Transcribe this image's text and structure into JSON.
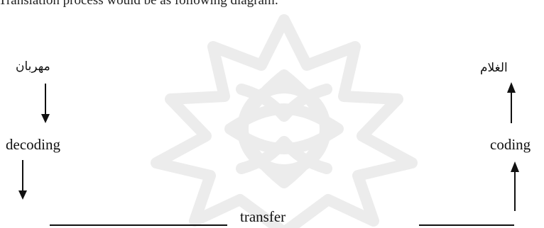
{
  "diagram": {
    "top_text": "Translation process would be as following diagram:",
    "source_word": "مهربان",
    "target_word": "الغلام",
    "decoding_label": "decoding",
    "coding_label": "coding",
    "transfer_label": "transfer"
  },
  "colors": {
    "text": "#111111",
    "watermark": "#ececec"
  },
  "icons": {
    "down_arrow": "down-arrow-icon",
    "up_arrow": "up-arrow-icon",
    "watermark": "star-rosette-icon"
  }
}
